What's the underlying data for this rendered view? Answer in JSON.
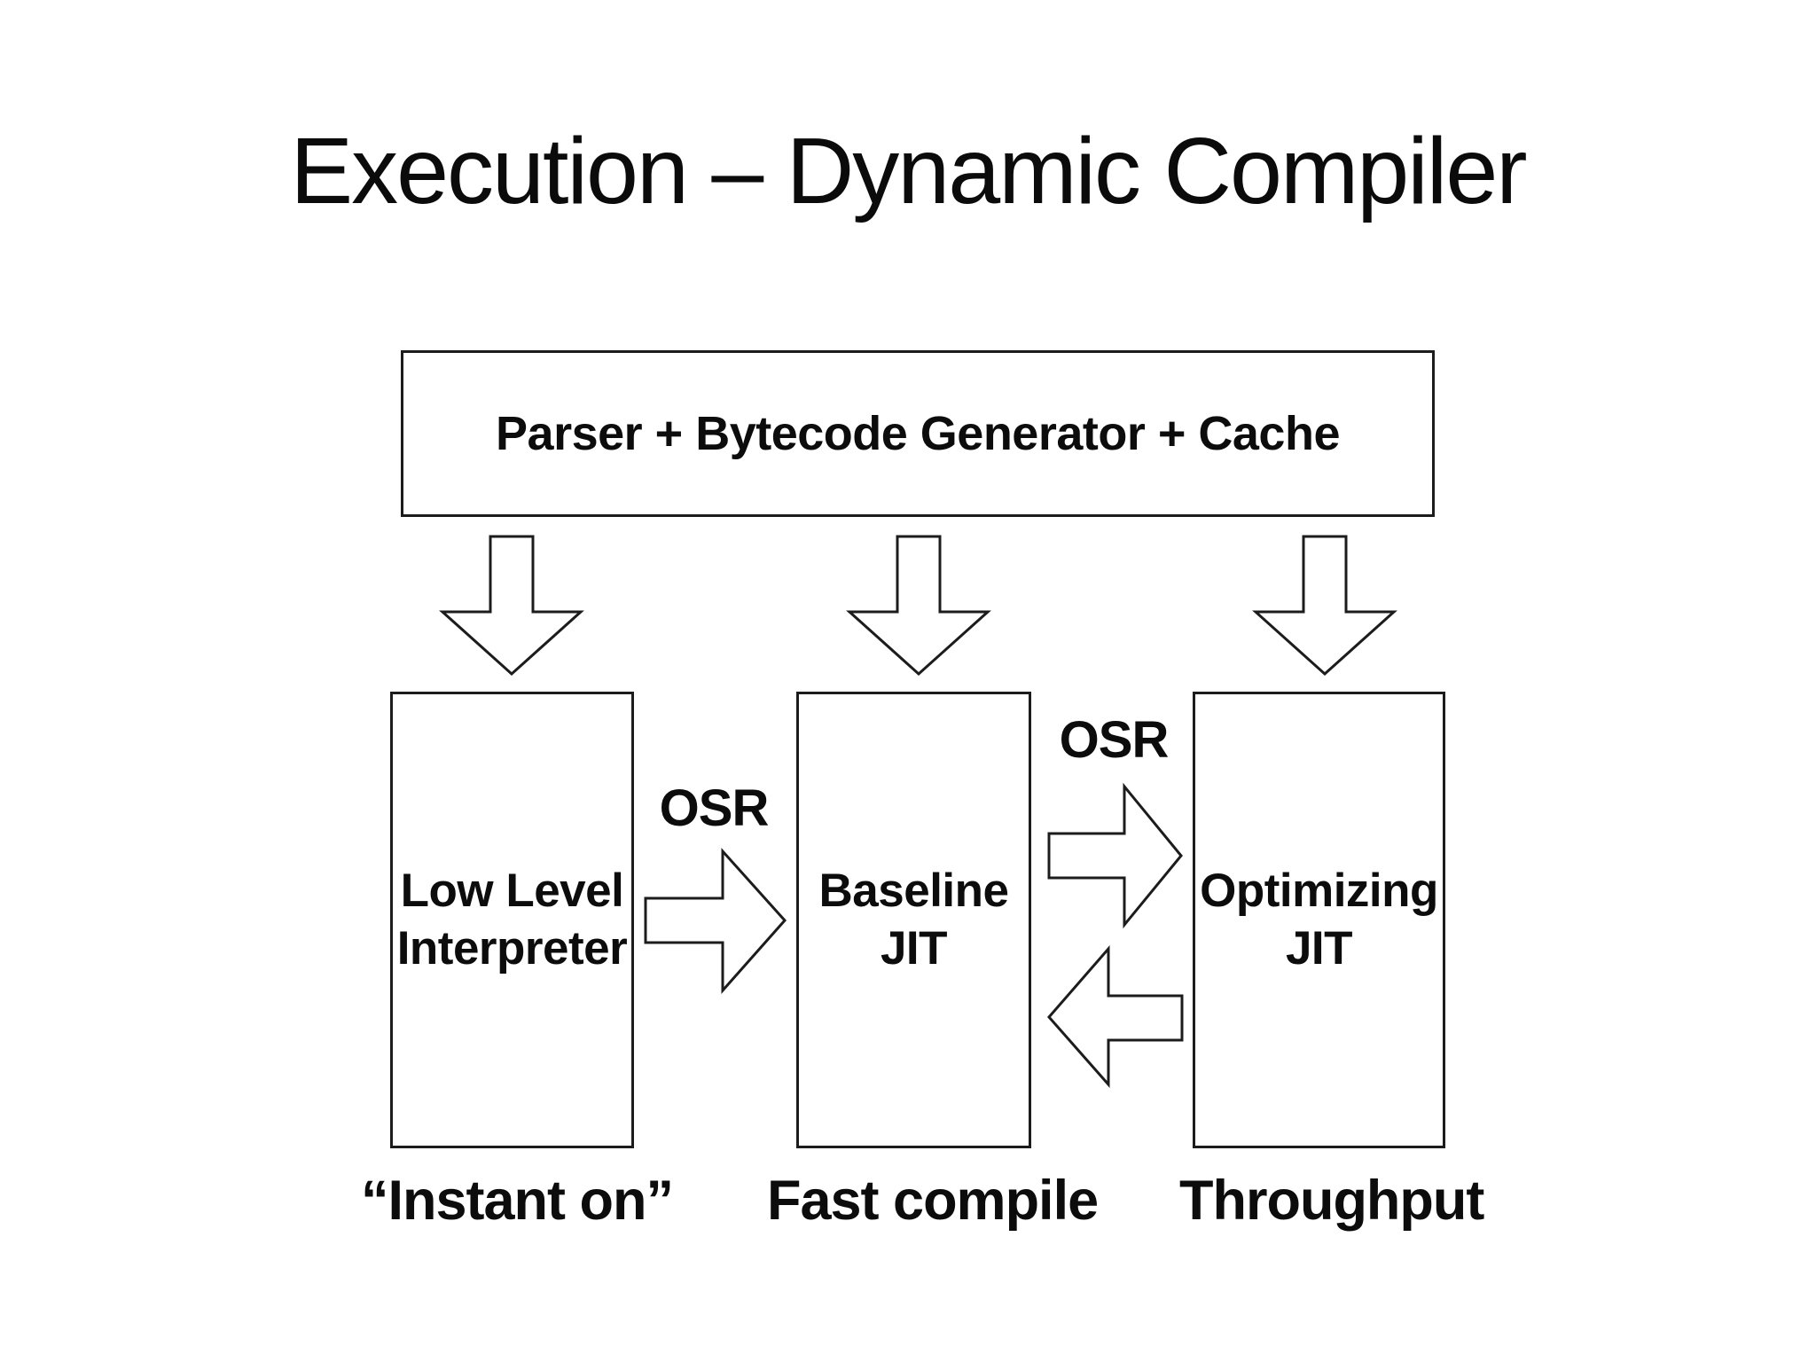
{
  "slide": {
    "title": "Execution – Dynamic Compiler",
    "background_color": "#ffffff",
    "line_color": "#1c1c1c",
    "text_color": "#0c0c0c"
  },
  "pipeline": {
    "source_box": {
      "label": "Parser + Bytecode Generator + Cache"
    },
    "stages": [
      {
        "id": "llint",
        "line1": "Low Level",
        "line2": "Interpreter",
        "caption": "“Instant on”"
      },
      {
        "id": "baseline-jit",
        "line1": "Baseline",
        "line2": "JIT",
        "caption": "Fast compile"
      },
      {
        "id": "optimizing-jit",
        "line1": "Optimizing",
        "line2": "JIT",
        "caption": "Throughput"
      }
    ],
    "transitions": [
      {
        "from": "llint",
        "to": "baseline-jit",
        "label": "OSR",
        "direction": "right"
      },
      {
        "from": "baseline-jit",
        "to": "optimizing-jit",
        "label": "OSR",
        "direction": "right"
      },
      {
        "from": "optimizing-jit",
        "to": "baseline-jit",
        "label": "",
        "direction": "left"
      }
    ],
    "feed_arrows": [
      {
        "from": "source_box",
        "to": "llint",
        "direction": "down"
      },
      {
        "from": "source_box",
        "to": "baseline-jit",
        "direction": "down"
      },
      {
        "from": "source_box",
        "to": "optimizing-jit",
        "direction": "down"
      }
    ]
  }
}
